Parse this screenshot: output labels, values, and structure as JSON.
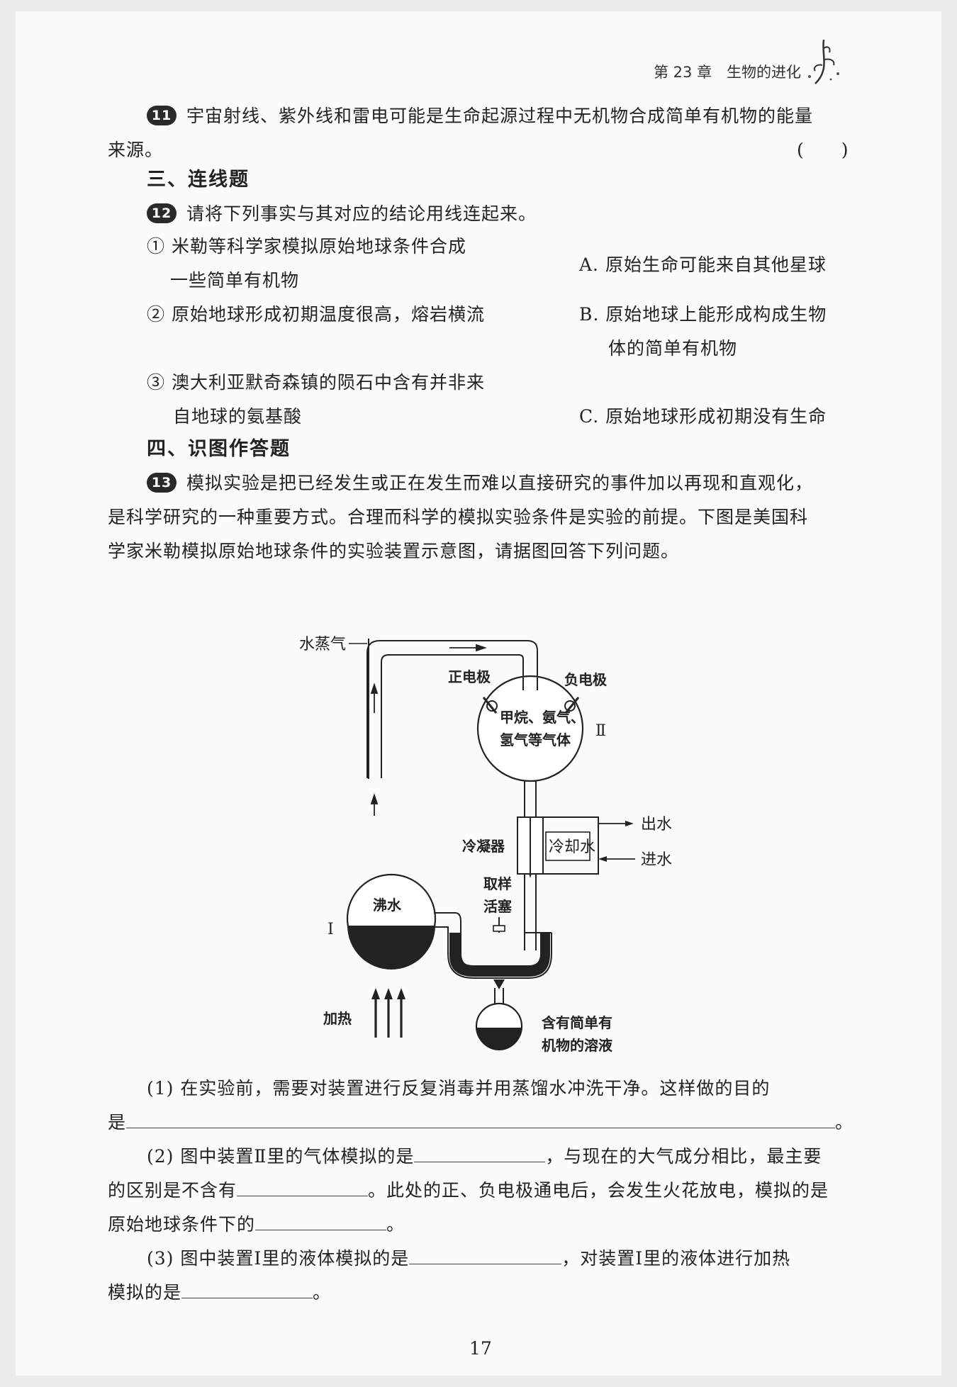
{
  "header": {
    "chapter": "第 23 章",
    "title": "生物的进化"
  },
  "q11": {
    "num": "11",
    "line1": "宇宙射线、紫外线和雷电可能是生命起源过程中无机物合成简单有机物的能量",
    "line2": "来源。",
    "paren": "(　　)"
  },
  "section3": "三、连线题",
  "q12": {
    "num": "12",
    "stem": "请将下列事实与其对应的结论用线连起来。",
    "facts": [
      {
        "line1": "① 米勒等科学家模拟原始地球条件合成",
        "line2": "一些简单有机物"
      },
      {
        "line1": "② 原始地球形成初期温度很高，熔岩横流"
      },
      {
        "line1": "③ 澳大利亚默奇森镇的陨石中含有并非来",
        "line2": "自地球的氨基酸"
      }
    ],
    "conclusions": [
      {
        "line1": "A. 原始生命可能来自其他星球"
      },
      {
        "line1": "B. 原始地球上能形成构成生物",
        "line2": "体的简单有机物"
      },
      {
        "line1": "C. 原始地球形成初期没有生命"
      }
    ]
  },
  "section4": "四、识图作答题",
  "q13": {
    "num": "13",
    "line1": "模拟实验是把已经发生或正在发生而难以直接研究的事件加以再现和直观化，",
    "line2": "是科学研究的一种重要方式。合理而科学的模拟实验条件是实验的前提。下图是美国科",
    "line3": "学家米勒模拟原始地球条件的实验装置示意图，请据图回答下列问题。"
  },
  "diagram": {
    "water_vapor": "水蒸气",
    "positive_electrode": "正电极",
    "negative_electrode": "负电极",
    "gas_line1": "甲烷、氨气、",
    "gas_line2": "氢气等气体",
    "roman_2": "Ⅱ",
    "condenser": "冷凝器",
    "cooling_water": "冷却水",
    "water_out": "出水",
    "water_in": "进水",
    "sampling_line1": "取样",
    "sampling_line2": "活塞",
    "boiling_water": "沸水",
    "roman_1": "Ⅰ",
    "heating": "加热",
    "solution_line1": "含有简单有",
    "solution_line2": "机物的溶液"
  },
  "sub1": {
    "line1": "(1) 在实验前，需要对装置进行反复消毒并用蒸馏水冲洗干净。这样做的目的",
    "line2_prefix": "是",
    "end": "。"
  },
  "sub2": {
    "a": "(2) 图中装置Ⅱ里的气体模拟的是",
    "b": "，与现在的大气成分相比，最主要",
    "c": "的区别是不含有",
    "d": "。此处的正、负电极通电后，会发生火花放电，模拟的是",
    "e": "原始地球条件下的",
    "f": "。"
  },
  "sub3": {
    "a": "(3) 图中装置Ⅰ里的液体模拟的是",
    "b": "，对装置Ⅰ里的液体进行加热",
    "c": "模拟的是",
    "d": "。"
  },
  "page_number": "17"
}
